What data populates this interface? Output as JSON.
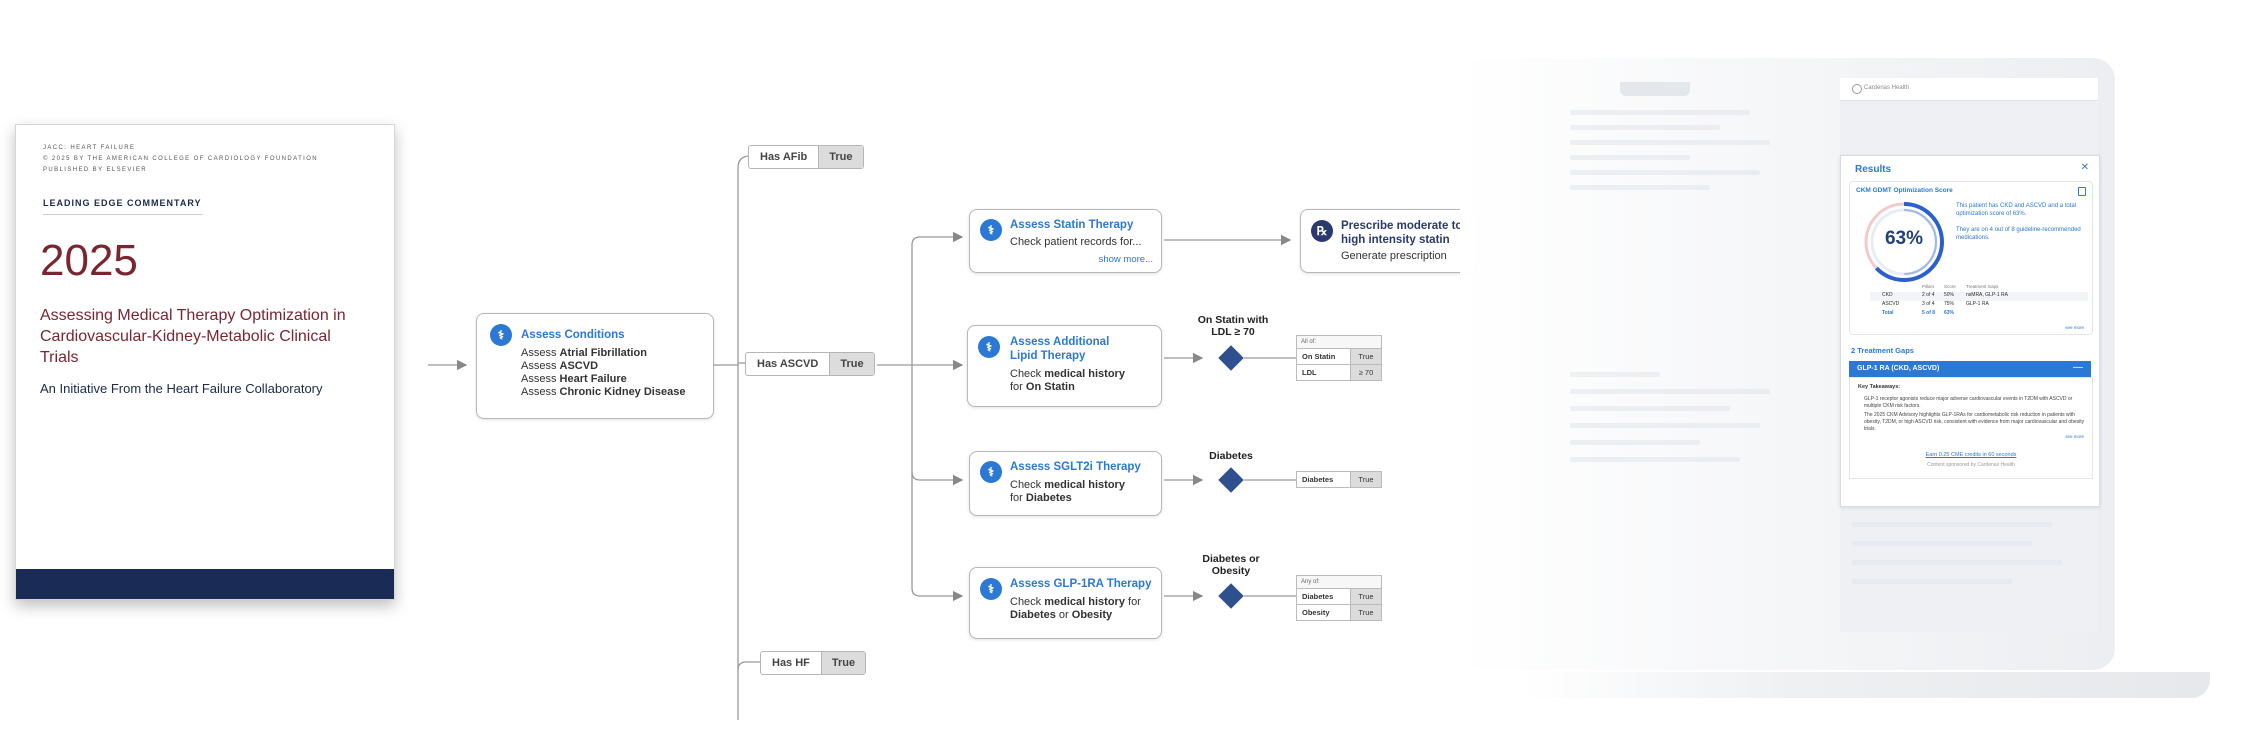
{
  "cover": {
    "meta": [
      "JACC: HEART FAILURE",
      "© 2025 BY THE AMERICAN COLLEGE OF CARDIOLOGY FOUNDATION",
      "PUBLISHED BY ELSEVIER"
    ],
    "section": "LEADING EDGE COMMENTARY",
    "year": "2025",
    "title": "Assessing Medical Therapy Optimization in Cardiovascular-Kidney-Metabolic Clinical Trials",
    "subtitle": "An Initiative From the Heart Failure Collaboratory",
    "colors": {
      "title": "#7a2630",
      "footer": "#1a2b55"
    }
  },
  "assess": {
    "title": "Assess Conditions",
    "lines": [
      {
        "pre": "Assess ",
        "bold": "Atrial Fibrillation"
      },
      {
        "pre": "Assess ",
        "bold": "ASCVD"
      },
      {
        "pre": "Assess ",
        "bold": "Heart Failure"
      },
      {
        "pre": "Assess ",
        "bold": "Chronic Kidney Disease"
      }
    ],
    "icon": "stethoscope-icon"
  },
  "branches": {
    "afib": {
      "label": "Has AFib",
      "value": "True"
    },
    "ascvd": {
      "label": "Has ASCVD",
      "value": "True"
    },
    "hf": {
      "label": "Has HF",
      "value": "True"
    }
  },
  "statin": {
    "title": "Assess Statin Therapy",
    "line": "Check patient records for...",
    "more": "show more..."
  },
  "prescribe": {
    "title": "Prescribe moderate to high intensity statin",
    "line": "Generate prescription",
    "icon": "rx-icon"
  },
  "lipid": {
    "title": "Assess Additional Lipid Therapy",
    "pre": "Check ",
    "bold": "medical history",
    "pre2": "for ",
    "bold2": "On Statin",
    "decision": "On Statin with LDL ≥ 70",
    "table": {
      "header": "All of:",
      "rows": [
        {
          "k": "On Statin",
          "v": "True"
        },
        {
          "k": "LDL",
          "v": "≥ 70"
        }
      ]
    }
  },
  "sglt2": {
    "title": "Assess SGLT2i Therapy",
    "pre": "Check ",
    "bold": "medical history",
    "pre2": "for ",
    "bold2": "Diabetes",
    "decision": "Diabetes",
    "table": {
      "rows": [
        {
          "k": "Diabetes",
          "v": "True"
        }
      ]
    }
  },
  "glp1": {
    "title": "Assess GLP-1RA Therapy",
    "pre": "Check ",
    "bold": "medical history",
    "post": " for",
    "bold2": "Diabetes",
    "mid": " or ",
    "bold3": "Obesity",
    "decision": "Diabetes or Obesity",
    "table": {
      "header": "Any of:",
      "rows": [
        {
          "k": "Diabetes",
          "v": "True"
        },
        {
          "k": "Obesity",
          "v": "True"
        }
      ]
    }
  },
  "results": {
    "brand": "Cardenas Health",
    "title": "Results",
    "close": "✕",
    "score_title": "CKM GDMT Optimization Score",
    "score": "63%",
    "desc1": "This patient has CKD and ASCVD and a total optimization score of 63%.",
    "desc2": "They are on 4 out of 8 guideline-recommended medications.",
    "columns": [
      "Pillars",
      "Score",
      "Treatment Gaps"
    ],
    "rows": [
      {
        "name": "CKD",
        "pillars": "2 of 4",
        "score": "50%",
        "gaps": "nsMRA, GLP-1 RA"
      },
      {
        "name": "ASCVD",
        "pillars": "3 of 4",
        "score": "75%",
        "gaps": "GLP-1 RA"
      },
      {
        "name": "Total",
        "pillars": "5 of 8",
        "score": "63%",
        "gaps": ""
      }
    ],
    "see_more": "see more",
    "gaps_heading": "2 Treatment Gaps",
    "gap_item": "GLP-1 RA (CKD, ASCVD)",
    "takeaways_heading": "Key Takeaways:",
    "takeaways": [
      "GLP-1 receptor agonists reduce major adverse cardiovascular events in T2DM with ASCVD or multiple CKM risk factors.",
      "The 2025 CKM Advisory highlights GLP-1RAs for cardiometabolic risk reduction in patients with obesity, T2DM, or high ASCVD risk, consistent with evidence from major cardiovascular and obesity trials."
    ],
    "cme": "Earn 0.25 CME credits in 60 seconds",
    "sponsor": "Content sponsored by Cardenas Health",
    "colors": {
      "accent": "#2b79d4",
      "ring": "#2a5fd0",
      "ring_bg": "#f3c9c9"
    }
  }
}
